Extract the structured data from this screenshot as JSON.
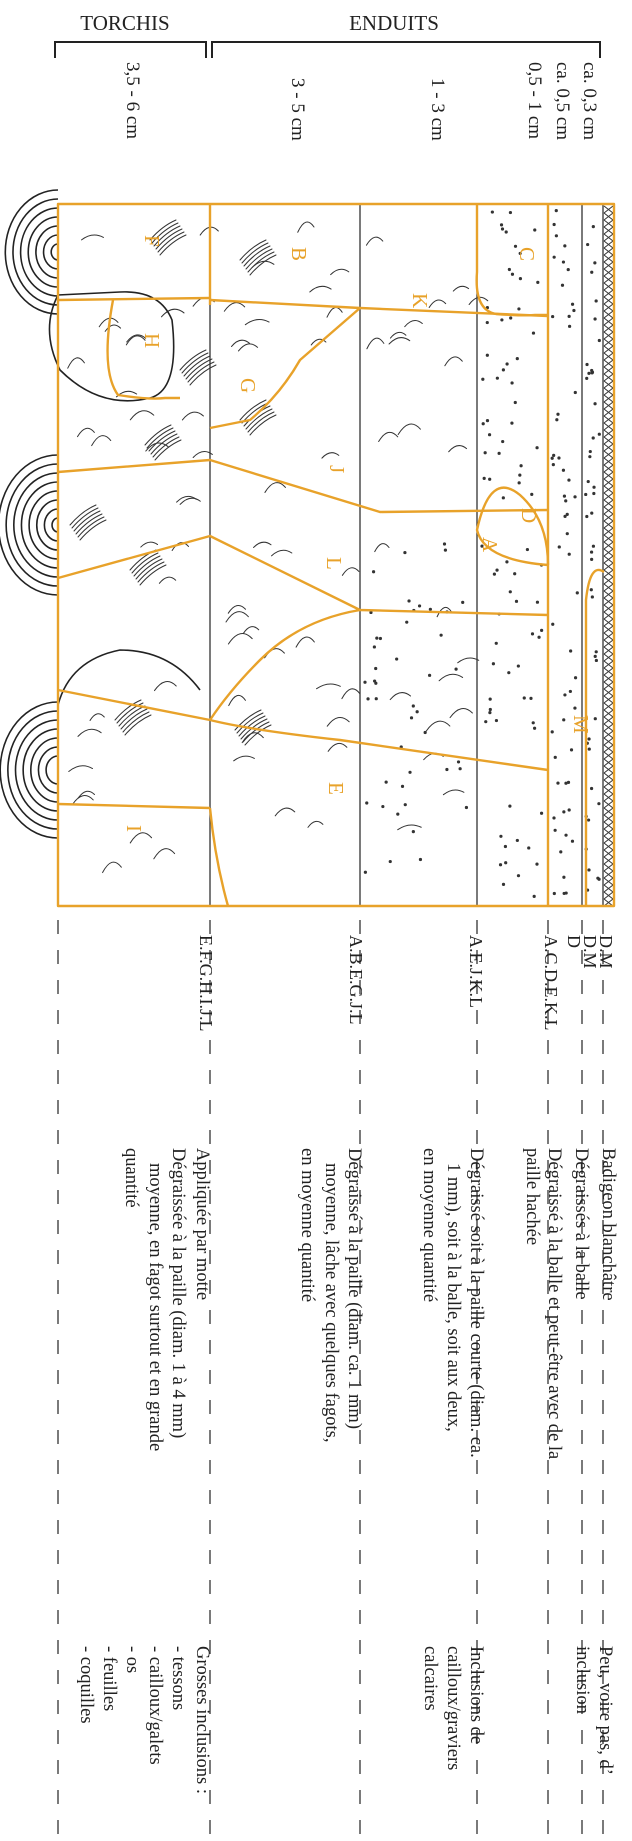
{
  "sections": {
    "torchis": "TORCHIS",
    "enduits": "ENDUITS"
  },
  "accent_color": "#E8A22A",
  "layers": [
    {
      "id": "badigeon",
      "thickness": "ca. 0,3 cm",
      "components": "D.M",
      "description": [
        "Badigeon blanchâtre"
      ],
      "inclusions": []
    },
    {
      "id": "degraisses-balle",
      "thickness": "ca. 0,5 cm",
      "components": "D.M",
      "description": [
        "Dégraissés à la balle"
      ],
      "inclusions": [
        "Peu, voire pas, d’",
        "inclusion"
      ]
    },
    {
      "id": "enduit-fin",
      "thickness": "0,5 - 1 cm",
      "components": "D",
      "components_2": "A.C.D.E.K.L",
      "description": [
        "Dégraissé à la balle et peut-être avec de la",
        "paille hachée"
      ],
      "inclusions": []
    },
    {
      "id": "enduit-moyen",
      "thickness": "1 - 3 cm",
      "components": "A.E.J.K.L",
      "description": [
        "Dégraissé soit à la paille courte (diam. ca.",
        "1 mm), soit à la balle, soit aux deux,",
        "en moyenne quantité"
      ],
      "inclusions": [
        "Inclusions de",
        "cailloux/graviers",
        "calcaires"
      ]
    },
    {
      "id": "enduit-epais",
      "thickness": "3 - 5 cm",
      "components": "A.B.E.G.J.L",
      "description": [
        "Dégraissé à la paille (diam. ca. 1 mm)",
        "moyenne, lâche avec quelques fagots,",
        "en moyenne quantité"
      ],
      "inclusions": []
    },
    {
      "id": "torchis",
      "thickness": "3,5 - 6 cm",
      "components": "E.F.G.H.I.J.L",
      "description": [
        "Appliquée par motte",
        "Dégraissée à la paille (diam. 1 à 4 mm)",
        "moyenne, en fagot surtout et en grande",
        "quantité"
      ],
      "inclusions": [
        "Grosses inclusions :",
        "- tessons",
        "- cailloux/galets",
        "- os",
        "- feuilles",
        "- coquilles"
      ]
    }
  ],
  "section_letters": [
    "A",
    "B",
    "C",
    "D",
    "E",
    "F",
    "G",
    "H",
    "I",
    "J",
    "K",
    "L",
    "M"
  ]
}
